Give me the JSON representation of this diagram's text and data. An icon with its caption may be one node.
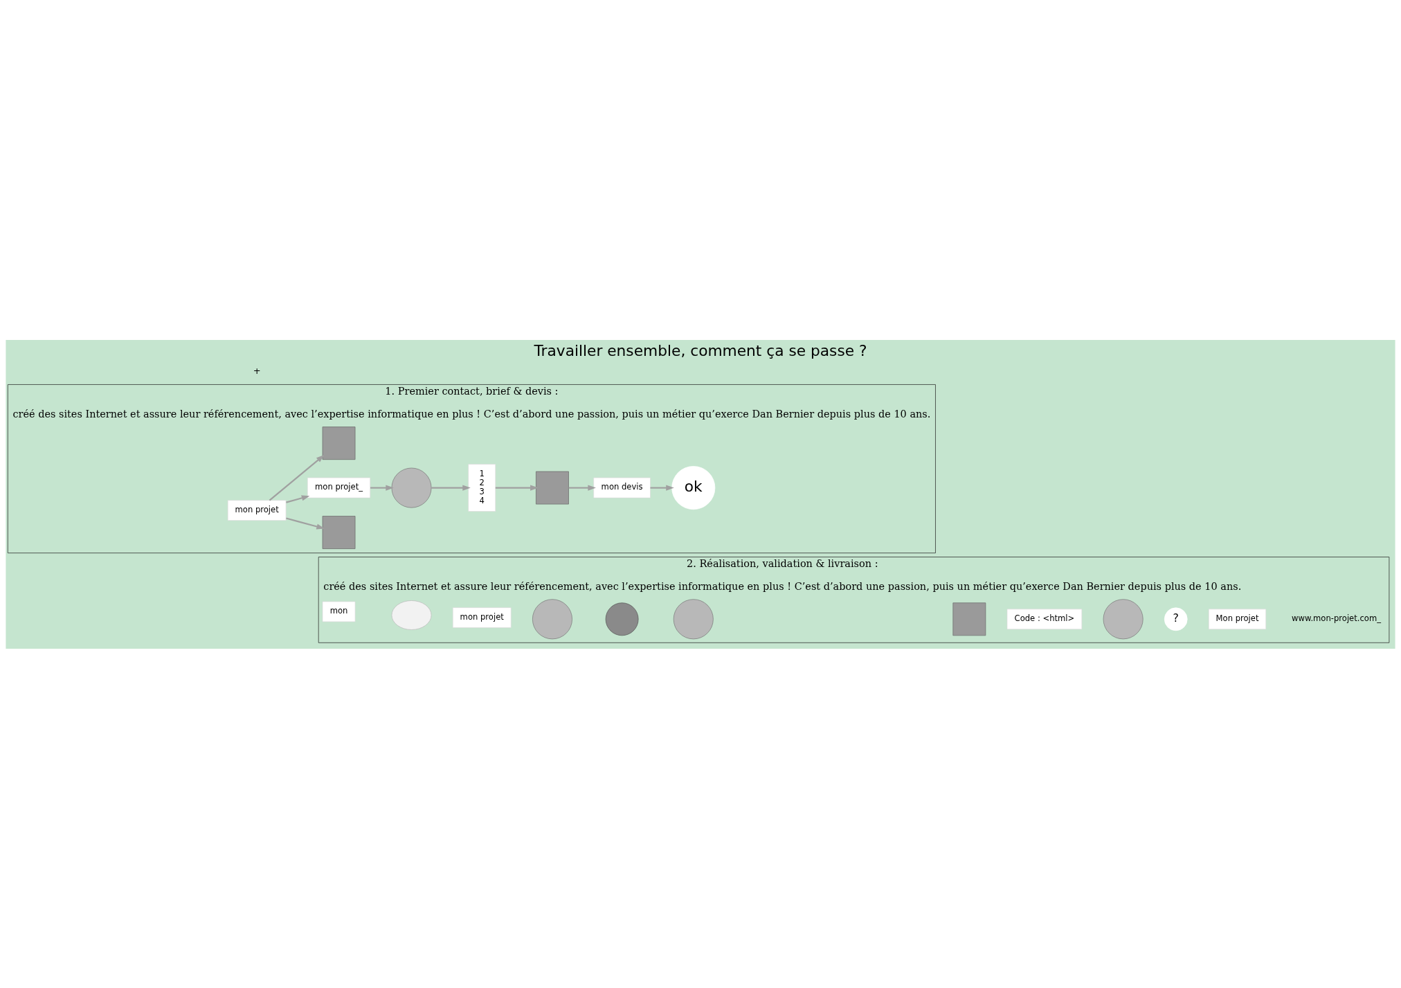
{
  "diagram": {
    "title": "Travailler ensemble, comment ça se passe ?",
    "nodes": [
      {
        "text": [
          "1. Premier contact, brief & devis :",
          "créé des sites Internet et assure leur référencement, avec l’expertise informatique en plus ! C’est d’abord une passion, puis un métier qu’exerce Dan Bernier depuis plus de 10 ans."
        ]
      },
      {
        "text": [
          "mon projet"
        ],
        "in": 0
      },
      {
        "text": [],
        "shape": "box",
        "in": 0
      },
      {
        "text": [
          "mon projet_"
        ],
        "in": 0
      },
      {
        "text": [],
        "shape": "box",
        "in": 0
      },
      {
        "text": [],
        "shape": "person",
        "in": 0
      },
      {
        "text": [
          "1",
          "2",
          "3",
          "4"
        ],
        "in": 0
      },
      {
        "text": [],
        "shape": "box",
        "in": 0
      },
      {
        "text": [
          "mon devis"
        ],
        "in": 0
      },
      {
        "text": [
          "ok"
        ],
        "in": 0
      },
      {
        "text": [
          "2. Réalisation, validation & livraison :",
          "créé des sites Internet et assure leur référencement, avec l’expertise informatique en plus ! C’est d’abord une passion, puis un métier qu’exerce Dan Bernier depuis plus de 10 ans."
        ]
      },
      {
        "text": [
          "mon"
        ],
        "in": 10
      },
      {
        "text": [],
        "shape": "cloud",
        "in": 10
      },
      {
        "text": [
          "mon projet"
        ],
        "in": 10
      },
      {
        "text": [],
        "shape": "person",
        "in": 10
      },
      {
        "text": [],
        "shape": "circle",
        "in": 10
      },
      {
        "text": [],
        "shape": "person",
        "in": 10
      },
      {
        "text": [],
        "shape": "box",
        "in": 10
      },
      {
        "text": [
          "Code : <html>"
        ],
        "in": 10
      },
      {
        "text": [],
        "shape": "person",
        "in": 10
      },
      {
        "text": [
          "?"
        ],
        "in": 10
      },
      {
        "text": [
          "Mon projet"
        ],
        "in": 10
      },
      {
        "text": [
          "www.mon-projet.com_"
        ],
        "in": 10
      }
    ],
    "edges": [
      {
        "from": 1,
        "to": 2,
        "arrow": "to"
      },
      {
        "from": 1,
        "to": 3,
        "arrow": "to"
      },
      {
        "from": 1,
        "to": 4,
        "arrow": "to"
      },
      {
        "from": 3,
        "to": 5,
        "arrow": "to"
      },
      {
        "from": 5,
        "to": 6,
        "arrow": "to"
      },
      {
        "from": 6,
        "to": 7,
        "arrow": "to"
      },
      {
        "from": 7,
        "to": 8,
        "arrow": "to"
      },
      {
        "from": 8,
        "to": 9,
        "arrow": "to"
      }
    ],
    "labels": [
      "+"
    ]
  }
}
